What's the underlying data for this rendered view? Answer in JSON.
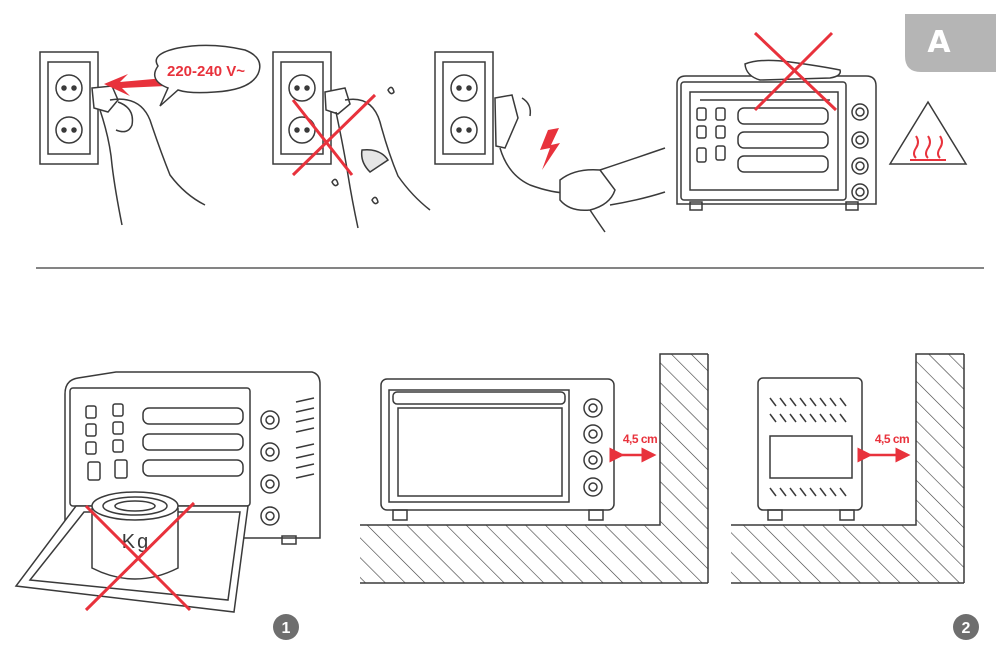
{
  "section_tab": {
    "label": "A"
  },
  "voltage": {
    "label": "220-240 V~"
  },
  "weight": {
    "label": "Kg"
  },
  "clearance": {
    "front_view": "4,5 cm",
    "side_view": "4,5 cm"
  },
  "page_markers": {
    "first": "1",
    "second": "2"
  },
  "colors": {
    "accent_red": "#e8323c",
    "line": "#3a3a3a",
    "tab_gray": "#b5b5b5",
    "badge_gray": "#6e6e6e"
  },
  "icons": [
    "plug-icon",
    "hot-surface-warning-icon",
    "electric-shock-icon",
    "prohibited-cross-icon"
  ]
}
